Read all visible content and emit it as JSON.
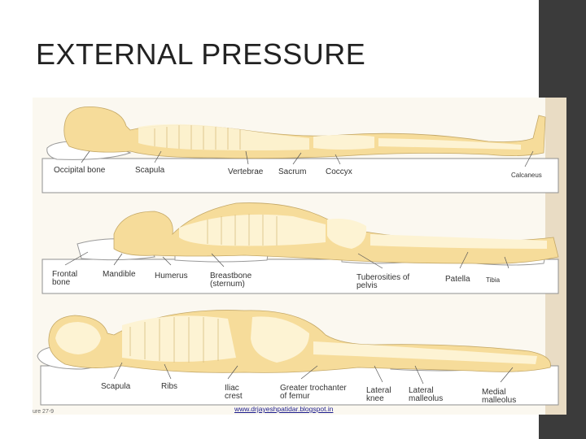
{
  "slide": {
    "title": "EXTERNAL PRESSURE",
    "link": "www.drjayeshpatidar.blogspot.in",
    "figure_number": "ure 27-9"
  },
  "figure": {
    "supine_labels": [
      "Occipital bone",
      "Scapula",
      "Vertebrae",
      "Sacrum",
      "Coccyx",
      "Calcaneus"
    ],
    "prone_labels": [
      "Frontal",
      "bone",
      "Mandible",
      "Humerus",
      "Breastbone",
      "(sternum)",
      "Tuberosities of",
      "pelvis",
      "Patella",
      "Tibia"
    ],
    "lateral_labels": [
      "Scapula",
      "Ribs",
      "Iliac",
      "crest",
      "Greater trochanter",
      "of femur",
      "Lateral",
      "knee",
      "Lateral",
      "malleolus",
      "Medial",
      "malleolus"
    ]
  },
  "colors": {
    "body": "#f6dc9a",
    "bone": "#fdf6dc",
    "mattress": "#ffffff",
    "outline": "#9a8a6a",
    "side_bar": "#3b3b3b"
  }
}
